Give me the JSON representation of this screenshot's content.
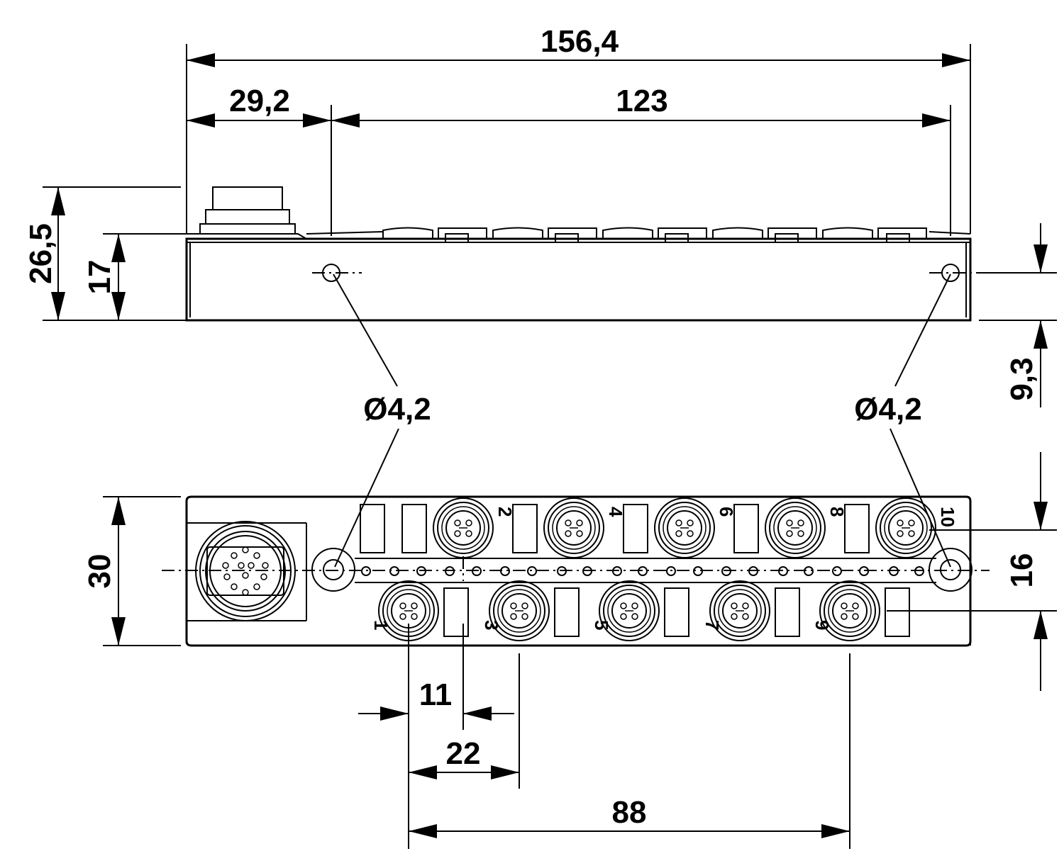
{
  "dimensions": {
    "overall_length": "156,4",
    "left_offset": "29,2",
    "hole_spacing": "123",
    "overall_height": "26,5",
    "body_height": "17",
    "hole_height": "9,3",
    "hole_diameter_left": "Ø4,2",
    "hole_diameter_right": "Ø4,2",
    "width": "30",
    "hole_row_offset": "16",
    "port_offset": "11",
    "port_pitch": "22",
    "port_span": "88"
  },
  "ports": {
    "top": [
      "2",
      "4",
      "6",
      "8",
      "10"
    ],
    "bottom": [
      "1",
      "3",
      "5",
      "7",
      "9"
    ]
  }
}
